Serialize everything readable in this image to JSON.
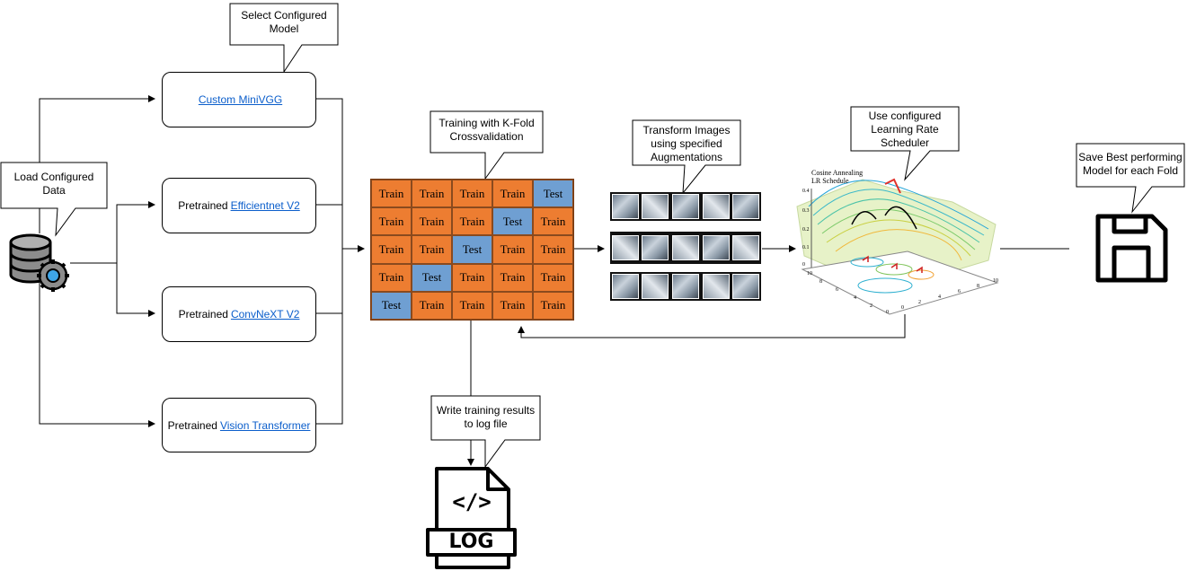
{
  "callouts": {
    "select_model": [
      "Select Configured",
      "Model"
    ],
    "load_data": [
      "Load Configured",
      "Data"
    ],
    "kfold": [
      "Training with K-Fold",
      "Crossvalidation"
    ],
    "transform": [
      "Transform Images",
      "using specified",
      "Augmentations"
    ],
    "lr_scheduler": [
      "Use configured",
      "Learning Rate",
      "Scheduler"
    ],
    "save_best": [
      "Save Best performing",
      "Model for each Fold"
    ],
    "write_log": [
      "Write  training results",
      "to log file"
    ]
  },
  "models": [
    {
      "prefix": "",
      "link": "Custom MiniVGG"
    },
    {
      "prefix": "Pretrained",
      "link": "Efficientnet V2"
    },
    {
      "prefix": "Pretrained",
      "link": "ConvNeXT V2"
    },
    {
      "prefix": "Pretrained",
      "link": "Vision Transformer"
    }
  ],
  "kfold_grid": [
    [
      "Train",
      "Train",
      "Train",
      "Train",
      "Test"
    ],
    [
      "Train",
      "Train",
      "Train",
      "Test",
      "Train"
    ],
    [
      "Train",
      "Train",
      "Test",
      "Train",
      "Train"
    ],
    [
      "Train",
      "Test",
      "Train",
      "Train",
      "Train"
    ],
    [
      "Test",
      "Train",
      "Train",
      "Train",
      "Train"
    ]
  ],
  "lr_plot": {
    "title_line1": "Cosine Annealing",
    "title_line2": "LR Schedule",
    "z_ticks": [
      "0.4",
      "0.3",
      "0.2",
      "0.1",
      "0"
    ],
    "x_ticks": [
      "10",
      "8",
      "6",
      "4",
      "2",
      "0"
    ],
    "y_ticks": [
      "0",
      "2",
      "4",
      "6",
      "8",
      "10"
    ]
  },
  "log_icon": {
    "code": "</>",
    "label": "LOG"
  },
  "colors": {
    "train": "#ed7d31",
    "test": "#6f9fd2",
    "link": "#0b5ecb"
  }
}
